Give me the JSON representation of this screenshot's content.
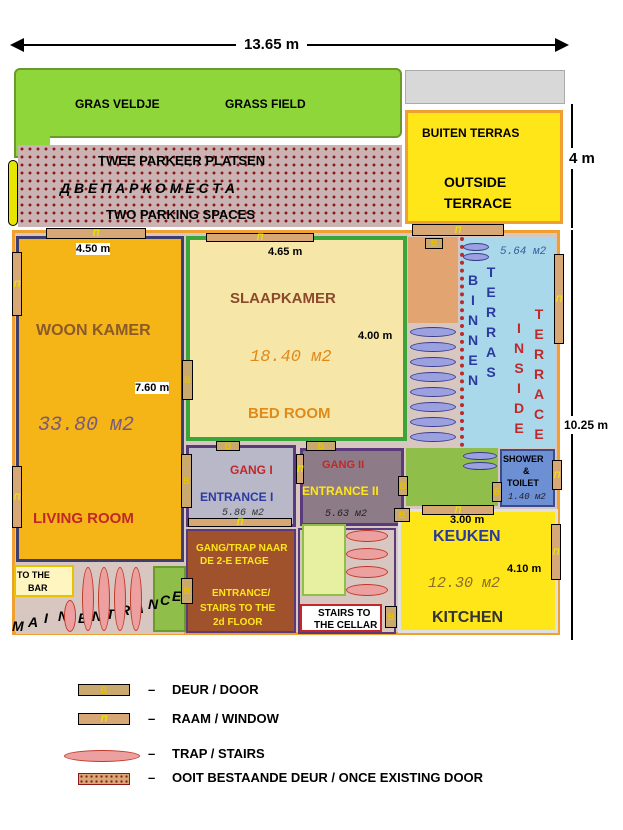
{
  "dimensions": {
    "total_width": "13.65 m",
    "outside_depth": "4 m",
    "total_depth": "10.25 m",
    "woon_width": "4.50 m",
    "woon_depth": "7.60 m",
    "slaap_width": "4.65 m",
    "slaap_depth": "4.00 m",
    "keuken_width": "3.00 m",
    "keuken_depth": "4.10 m"
  },
  "outside": {
    "gras_nl": "GRAS VELDJE",
    "gras_en": "GRASS FIELD",
    "parking_nl": "TWEE PARKEER PLATSEN",
    "parking_ru": "Д В Е   П А Р К О М Е С Т А",
    "parking_en": "TWO PARKING SPACES",
    "terras_nl": "BUITEN TERRAS",
    "terras_en_1": "OUTSIDE",
    "terras_en_2": "TERRACE"
  },
  "rooms": {
    "woon_nl": "WOON KAMER",
    "woon_area": "33.80 м2",
    "woon_en": "LIVING ROOM",
    "slaap_nl": "SLAAPKAMER",
    "slaap_area": "18.40 м2",
    "slaap_en": "BED ROOM",
    "binnen_area": "5.64 м2",
    "binnen_nl": [
      "B",
      "I",
      "N",
      "N",
      "E",
      "N"
    ],
    "terras_nl": [
      "T",
      "E",
      "R",
      "R",
      "A",
      "S"
    ],
    "inside_en": [
      "I",
      "N",
      "S",
      "I",
      "D",
      "E"
    ],
    "terrace_en": [
      "T",
      "E",
      "R",
      "R",
      "A",
      "C",
      "E"
    ],
    "gang1_nl": "GANG I",
    "gang1_en": "ENTRANCE I",
    "gang1_area": "5.86 м2",
    "gang2_nl": "GANG II",
    "gang2_en": "ENTRANCE II",
    "gang2_area": "5.63 м2",
    "shower_1": "SHOWER",
    "shower_2": "&",
    "shower_3": "TOILET",
    "shower_area": "1.40 м2",
    "keuken_nl": "KEUKEN",
    "keuken_area": "12.30  м2",
    "keuken_en": "KITCHEN",
    "stairs_nl_1": "GANG/TRAP NAAR",
    "stairs_nl_2": "DE 2-E ETAGE",
    "stairs_en_1": "ENTRANCE/",
    "stairs_en_2": "STAIRS TO THE",
    "stairs_en_3": "2d FLOOR",
    "cellar_1": "STAIRS TO",
    "cellar_2": "THE CELLAR",
    "bar_1": "TO THE",
    "bar_2": "BAR",
    "main_entrance": [
      "M",
      "A",
      "I",
      "N",
      " ",
      "E",
      "N",
      "T",
      "R",
      "A",
      "N",
      "C",
      "E"
    ]
  },
  "symbols": {
    "door_glyph": "B",
    "window_glyph": "П"
  },
  "legend": {
    "door": "DEUR  /  DOOR",
    "window": "RAAM  /  WINDOW",
    "stairs": "TRAP  /  STAIRS",
    "once_door": "OOIT BESTAANDE DEUR  /  ONCE EXISTING DOOR",
    "dash": "–"
  },
  "colors": {
    "grass": "#8fd63a",
    "living": "#f5b516",
    "bedroom": "#f6e7a9",
    "bedroom_border": "#3aa53a",
    "terrace": "#ffe619",
    "inside_terrace": "#a8d8ea",
    "gang": "#b8b8c8",
    "gang2": "#8d7b88",
    "kitchen": "#ffe619",
    "shower": "#6d8fd4",
    "stairs_room": "#a0522d",
    "wall_orange": "#f0a030"
  }
}
